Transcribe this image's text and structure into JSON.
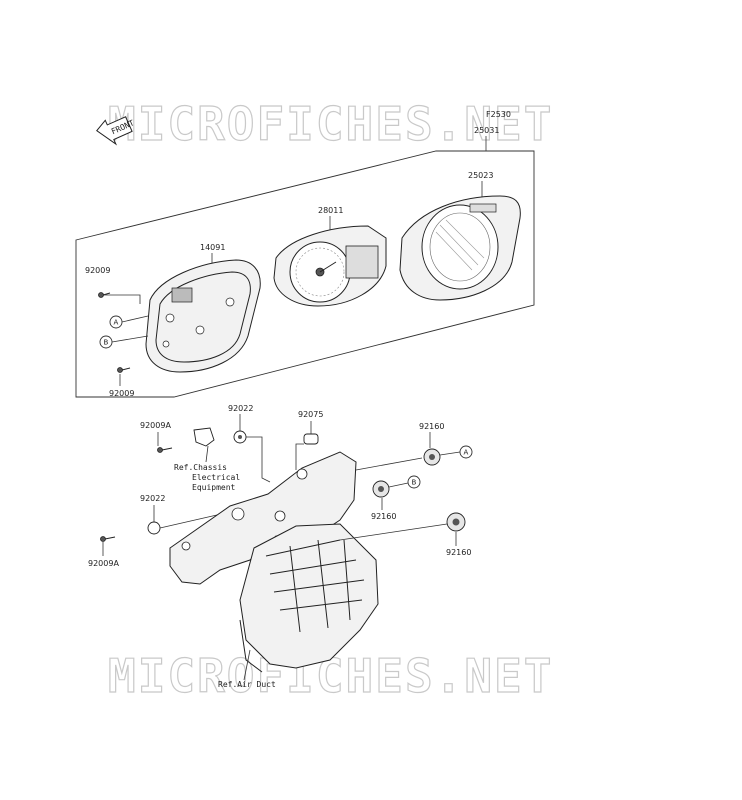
{
  "watermark": {
    "text": "MICROFICHES.NET"
  },
  "diagram": {
    "figure_ref": "F2530",
    "front_label": "FRONT",
    "parts": [
      {
        "id": "p-25031",
        "number": "25031"
      },
      {
        "id": "p-25023",
        "number": "25023"
      },
      {
        "id": "p-28011",
        "number": "28011"
      },
      {
        "id": "p-14091",
        "number": "14091"
      },
      {
        "id": "p-92009-top",
        "number": "92009"
      },
      {
        "id": "p-92009-bottom",
        "number": "92009"
      },
      {
        "id": "p-92009a-top",
        "number": "92009A"
      },
      {
        "id": "p-92009a-bottom",
        "number": "92009A"
      },
      {
        "id": "p-92022-top",
        "number": "92022"
      },
      {
        "id": "p-92022-mid",
        "number": "92022"
      },
      {
        "id": "p-92075",
        "number": "92075"
      },
      {
        "id": "p-92160-a",
        "number": "92160"
      },
      {
        "id": "p-92160-b",
        "number": "92160"
      },
      {
        "id": "p-92160-c",
        "number": "92160"
      }
    ],
    "callouts": {
      "a": "A",
      "b": "B"
    },
    "references": {
      "chassis_line1": "Ref.Chassis",
      "chassis_line2": "Electrical",
      "chassis_line3": "Equipment",
      "air_duct": "Ref.Air Duct"
    }
  }
}
